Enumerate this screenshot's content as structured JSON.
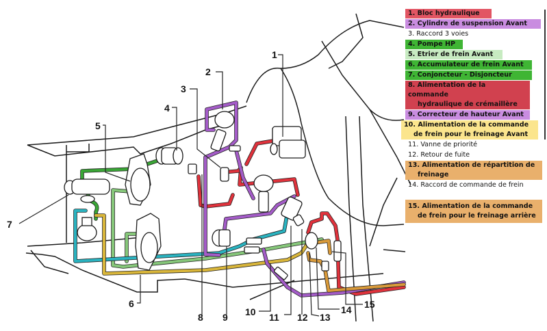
{
  "diagram": {
    "title": "Circuit hydraulique avant",
    "callouts": [
      "1",
      "2",
      "3",
      "4",
      "5",
      "6",
      "7",
      "8",
      "9",
      "10",
      "11",
      "12",
      "13",
      "14",
      "15"
    ]
  },
  "legend": {
    "items": [
      {
        "num": "1.",
        "text": "Bloc hydraulique",
        "color": "#e25563"
      },
      {
        "num": "2.",
        "text": "Cylindre de suspension Avant",
        "color": "#c98ce0"
      },
      {
        "num": "3.",
        "text": "Raccord 3 voies",
        "color": "#ffffff"
      },
      {
        "num": "4.",
        "text": "Pompe HP",
        "color": "#3fb534"
      },
      {
        "num": "5.",
        "text": "Etrier de frein Avant",
        "color": "#c7ebc1"
      },
      {
        "num": "6.",
        "text": "Accumulateur de frein Avant",
        "color": "#3fb534"
      },
      {
        "num": "7.",
        "text": "Conjoncteur - Disjoncteur",
        "color": "#3fb534"
      },
      {
        "num": "8.",
        "text": "Alimentation de la commande",
        "text2": "hydraulique de crémaillère",
        "color": "#d1414f"
      },
      {
        "num": "9.",
        "text": "Correcteur de hauteur Avant",
        "color": "#c98ce0"
      },
      {
        "num": "10.",
        "text": "Alimentation de la commande",
        "text2": "de frein pour le freinage Avant",
        "color": "#fbe58d"
      },
      {
        "num": "11.",
        "text": "Vanne de priorité",
        "color": "#ffffff"
      },
      {
        "num": "12.",
        "text": "Retour de fuite",
        "color": "#ffffff"
      },
      {
        "num": "13.",
        "text": "Alimentation de répartition de",
        "text2": "freinage",
        "color": "#e9b06c"
      },
      {
        "num": "14.",
        "text": "Raccord de commande de frein",
        "color": "#ffffff"
      },
      {
        "num": "15.",
        "text": "Alimentation de la commande",
        "text2": "de frein pour le freinage arrière",
        "color": "#e9b06c"
      }
    ]
  },
  "pipe_colors": {
    "red": "#e0323c",
    "purple": "#a45cc8",
    "green": "#3aa636",
    "light_green": "#86c77a",
    "cyan": "#2ab3c0",
    "yellow": "#d9b63a",
    "orange": "#d99a3a"
  }
}
